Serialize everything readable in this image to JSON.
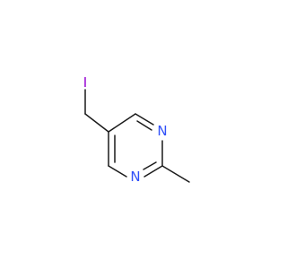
{
  "molecule": {
    "atoms": {
      "iodine": {
        "label": "I",
        "color": "#9400d3"
      },
      "n1": {
        "label": "N",
        "color": "#3050f8"
      },
      "n3": {
        "label": "N",
        "color": "#3050f8"
      }
    },
    "bond_color": "#1a1a1a",
    "background": "#ffffff"
  }
}
